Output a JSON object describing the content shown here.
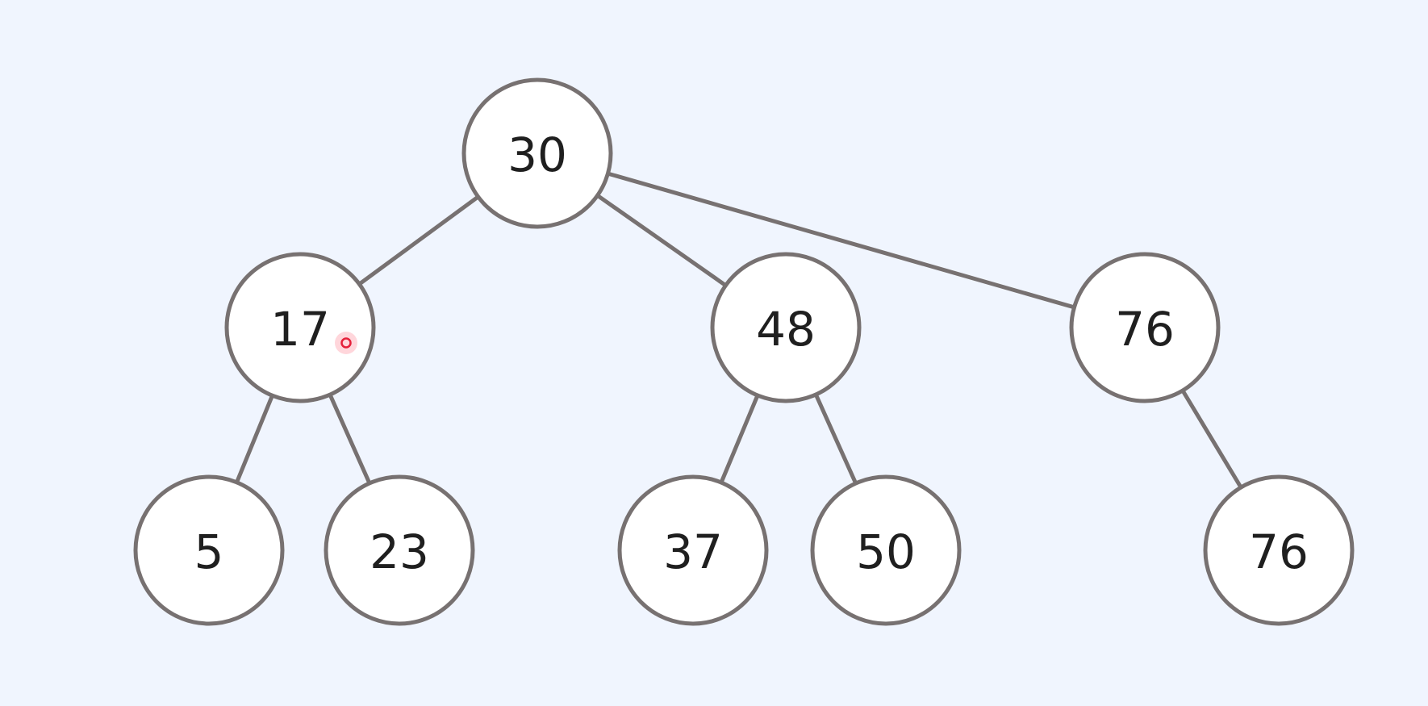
{
  "tree": {
    "nodes": [
      {
        "id": "n30",
        "label": "30",
        "parent": null
      },
      {
        "id": "n17",
        "label": "17",
        "parent": "n30"
      },
      {
        "id": "n48",
        "label": "48",
        "parent": "n30"
      },
      {
        "id": "n76a",
        "label": "76",
        "parent": "n30"
      },
      {
        "id": "n5",
        "label": "5",
        "parent": "n17"
      },
      {
        "id": "n23",
        "label": "23",
        "parent": "n17"
      },
      {
        "id": "n37",
        "label": "37",
        "parent": "n48"
      },
      {
        "id": "n50",
        "label": "50",
        "parent": "n48"
      },
      {
        "id": "n76b",
        "label": "76",
        "parent": "n76a"
      }
    ]
  },
  "colors": {
    "background": "#f0f5fe",
    "node_fill": "#ffffff",
    "node_stroke": "#777171",
    "edge": "#777171",
    "label": "#1f1f1f",
    "pointer": "#e5203a"
  }
}
